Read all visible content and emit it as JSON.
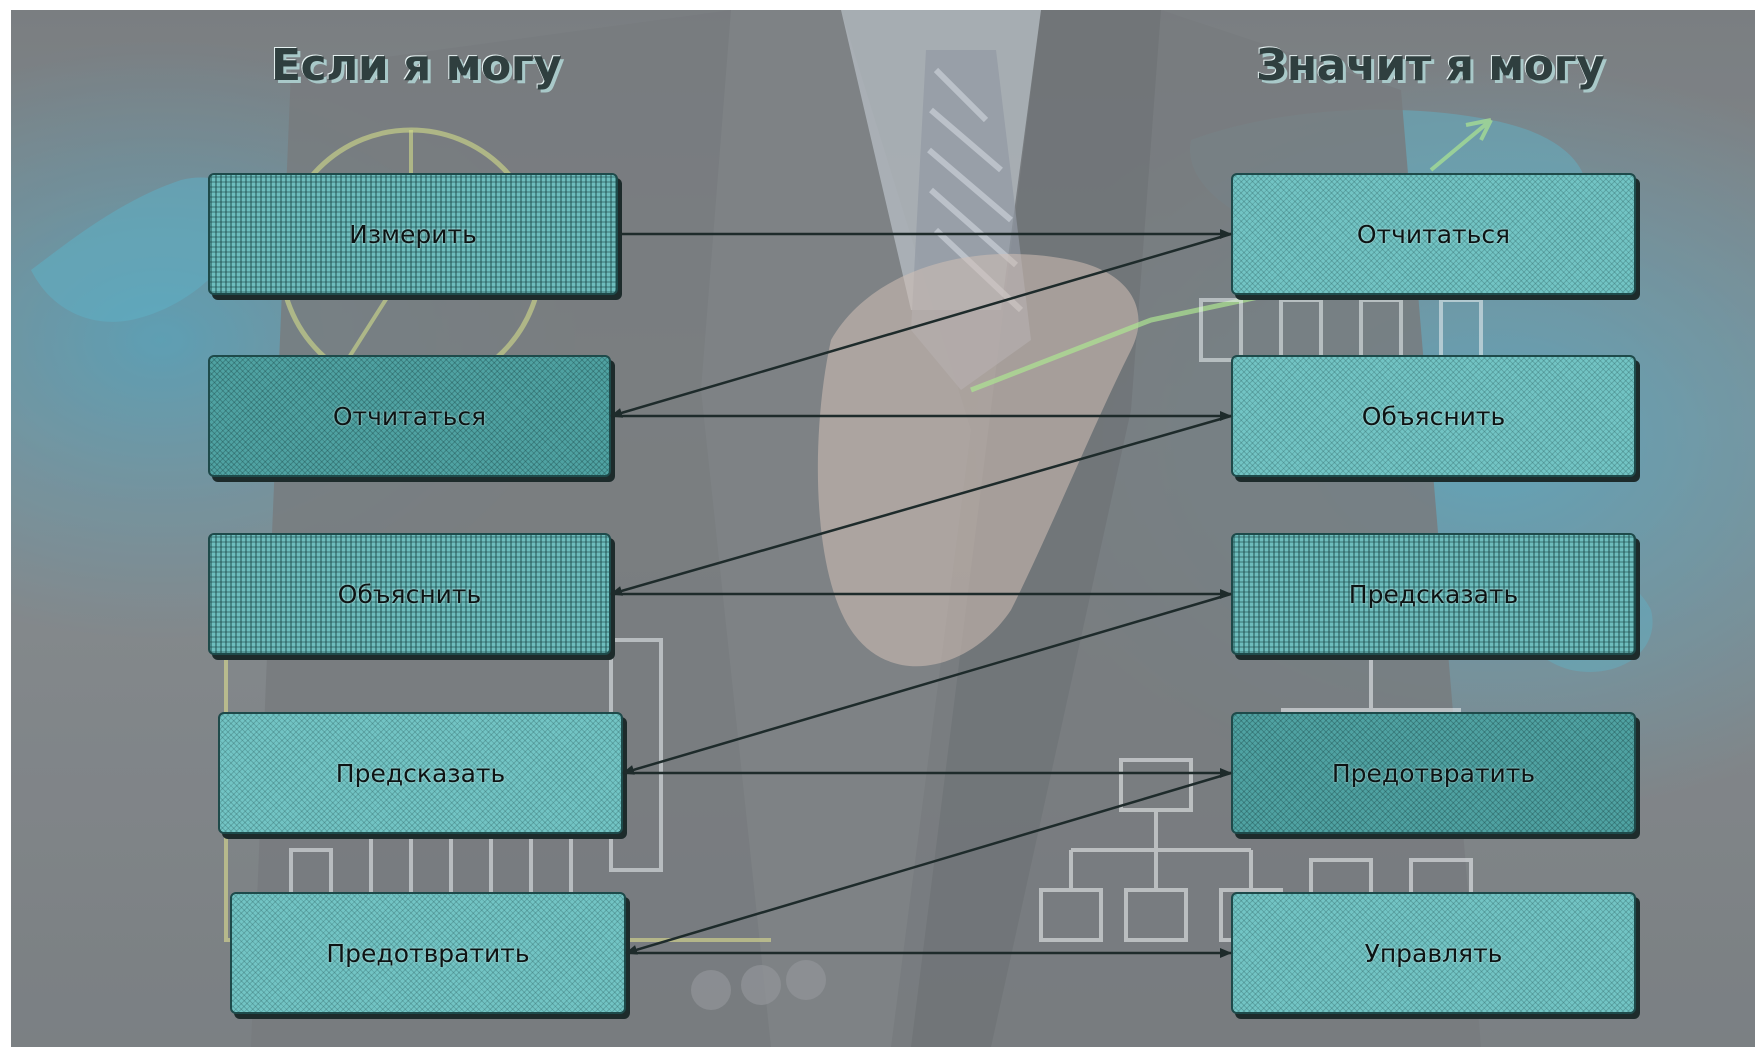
{
  "headings": {
    "left": "Если я могу",
    "right": "Значит я могу"
  },
  "left_boxes": [
    {
      "label": "Измерить"
    },
    {
      "label": "Отчитаться"
    },
    {
      "label": "Объяснить"
    },
    {
      "label": "Предсказать"
    },
    {
      "label": "Предотвратить"
    }
  ],
  "right_boxes": [
    {
      "label": "Отчитаться"
    },
    {
      "label": "Объяснить"
    },
    {
      "label": "Предсказать"
    },
    {
      "label": "Предотвратить"
    },
    {
      "label": "Управлять"
    }
  ],
  "colors": {
    "box_fill": "#72c4c4",
    "box_fill_dark": "#4fa2a2",
    "arrow": "#1e2b2b",
    "heading": "#2f3f3f"
  }
}
